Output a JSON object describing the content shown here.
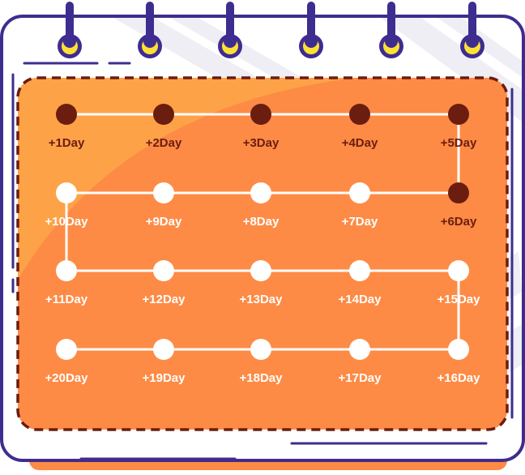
{
  "calendar": {
    "days": [
      {
        "label": "+1Day",
        "done": true
      },
      {
        "label": "+2Day",
        "done": true
      },
      {
        "label": "+3Day",
        "done": true
      },
      {
        "label": "+4Day",
        "done": true
      },
      {
        "label": "+5Day",
        "done": true
      },
      {
        "label": "+6Day",
        "done": true
      },
      {
        "label": "+7Day",
        "done": false
      },
      {
        "label": "+8Day",
        "done": false
      },
      {
        "label": "+9Day",
        "done": false
      },
      {
        "label": "+10Day",
        "done": false
      },
      {
        "label": "+11Day",
        "done": false
      },
      {
        "label": "+12Day",
        "done": false
      },
      {
        "label": "+13Day",
        "done": false
      },
      {
        "label": "+14Day",
        "done": false
      },
      {
        "label": "+15Day",
        "done": false
      },
      {
        "label": "+16Day",
        "done": false
      },
      {
        "label": "+17Day",
        "done": false
      },
      {
        "label": "+18Day",
        "done": false
      },
      {
        "label": "+19Day",
        "done": false
      },
      {
        "label": "+20Day",
        "done": false
      }
    ]
  },
  "colors": {
    "panel": "#fd8b45",
    "panel_light": "#fea248",
    "border": "#6b1d10",
    "done_dot": "#6b1d10",
    "done_text": "#6b1d10",
    "todo_dot": "#ffffff",
    "todo_text": "#ffffff",
    "ring": "#3e2d8f",
    "ring_inner": "#fde035",
    "frame": "#3e2d8f",
    "stripe": "#eeeef4",
    "base": "#fd8b45"
  }
}
